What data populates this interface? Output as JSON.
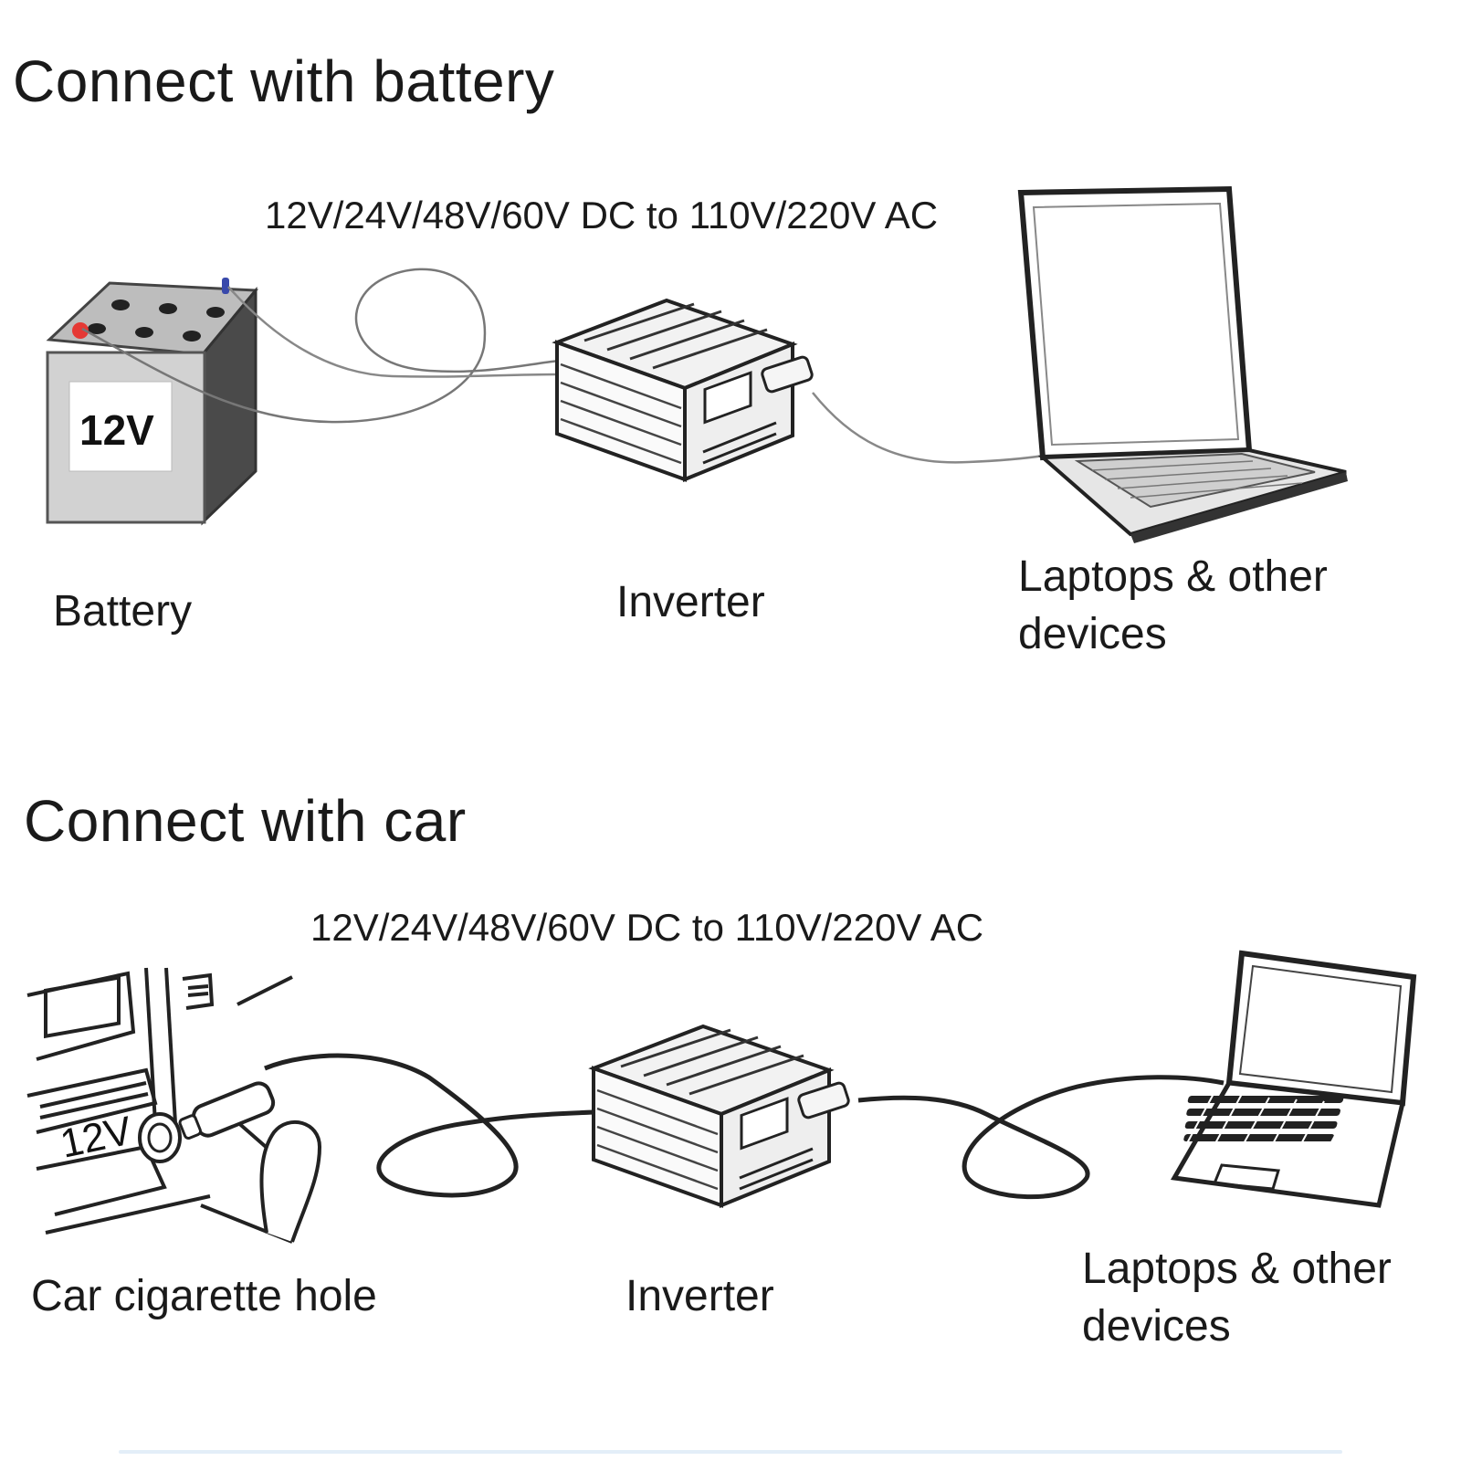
{
  "colors": {
    "ink": "#1a1a1a",
    "battery_body": "#cfcfcf",
    "battery_side": "#555555",
    "terminal_positive": "#e53935",
    "terminal_negative": "#3949ab",
    "cable": "#777777"
  },
  "sections": [
    {
      "heading": "Connect with battery",
      "caption": "12V/24V/48V/60V DC to 110V/220V AC",
      "source": {
        "label": "Battery",
        "sticker_text": "12V"
      },
      "inverter": {
        "label": "Inverter"
      },
      "device": {
        "label_line1": "Laptops & other",
        "label_line2": "devices"
      }
    },
    {
      "heading": "Connect with car",
      "caption": "12V/24V/48V/60V DC to 110V/220V AC",
      "source": {
        "label": "Car cigarette hole",
        "sticker_text": "12V"
      },
      "inverter": {
        "label": "Inverter"
      },
      "device": {
        "label_line1": "Laptops & other",
        "label_line2": "devices"
      }
    }
  ]
}
